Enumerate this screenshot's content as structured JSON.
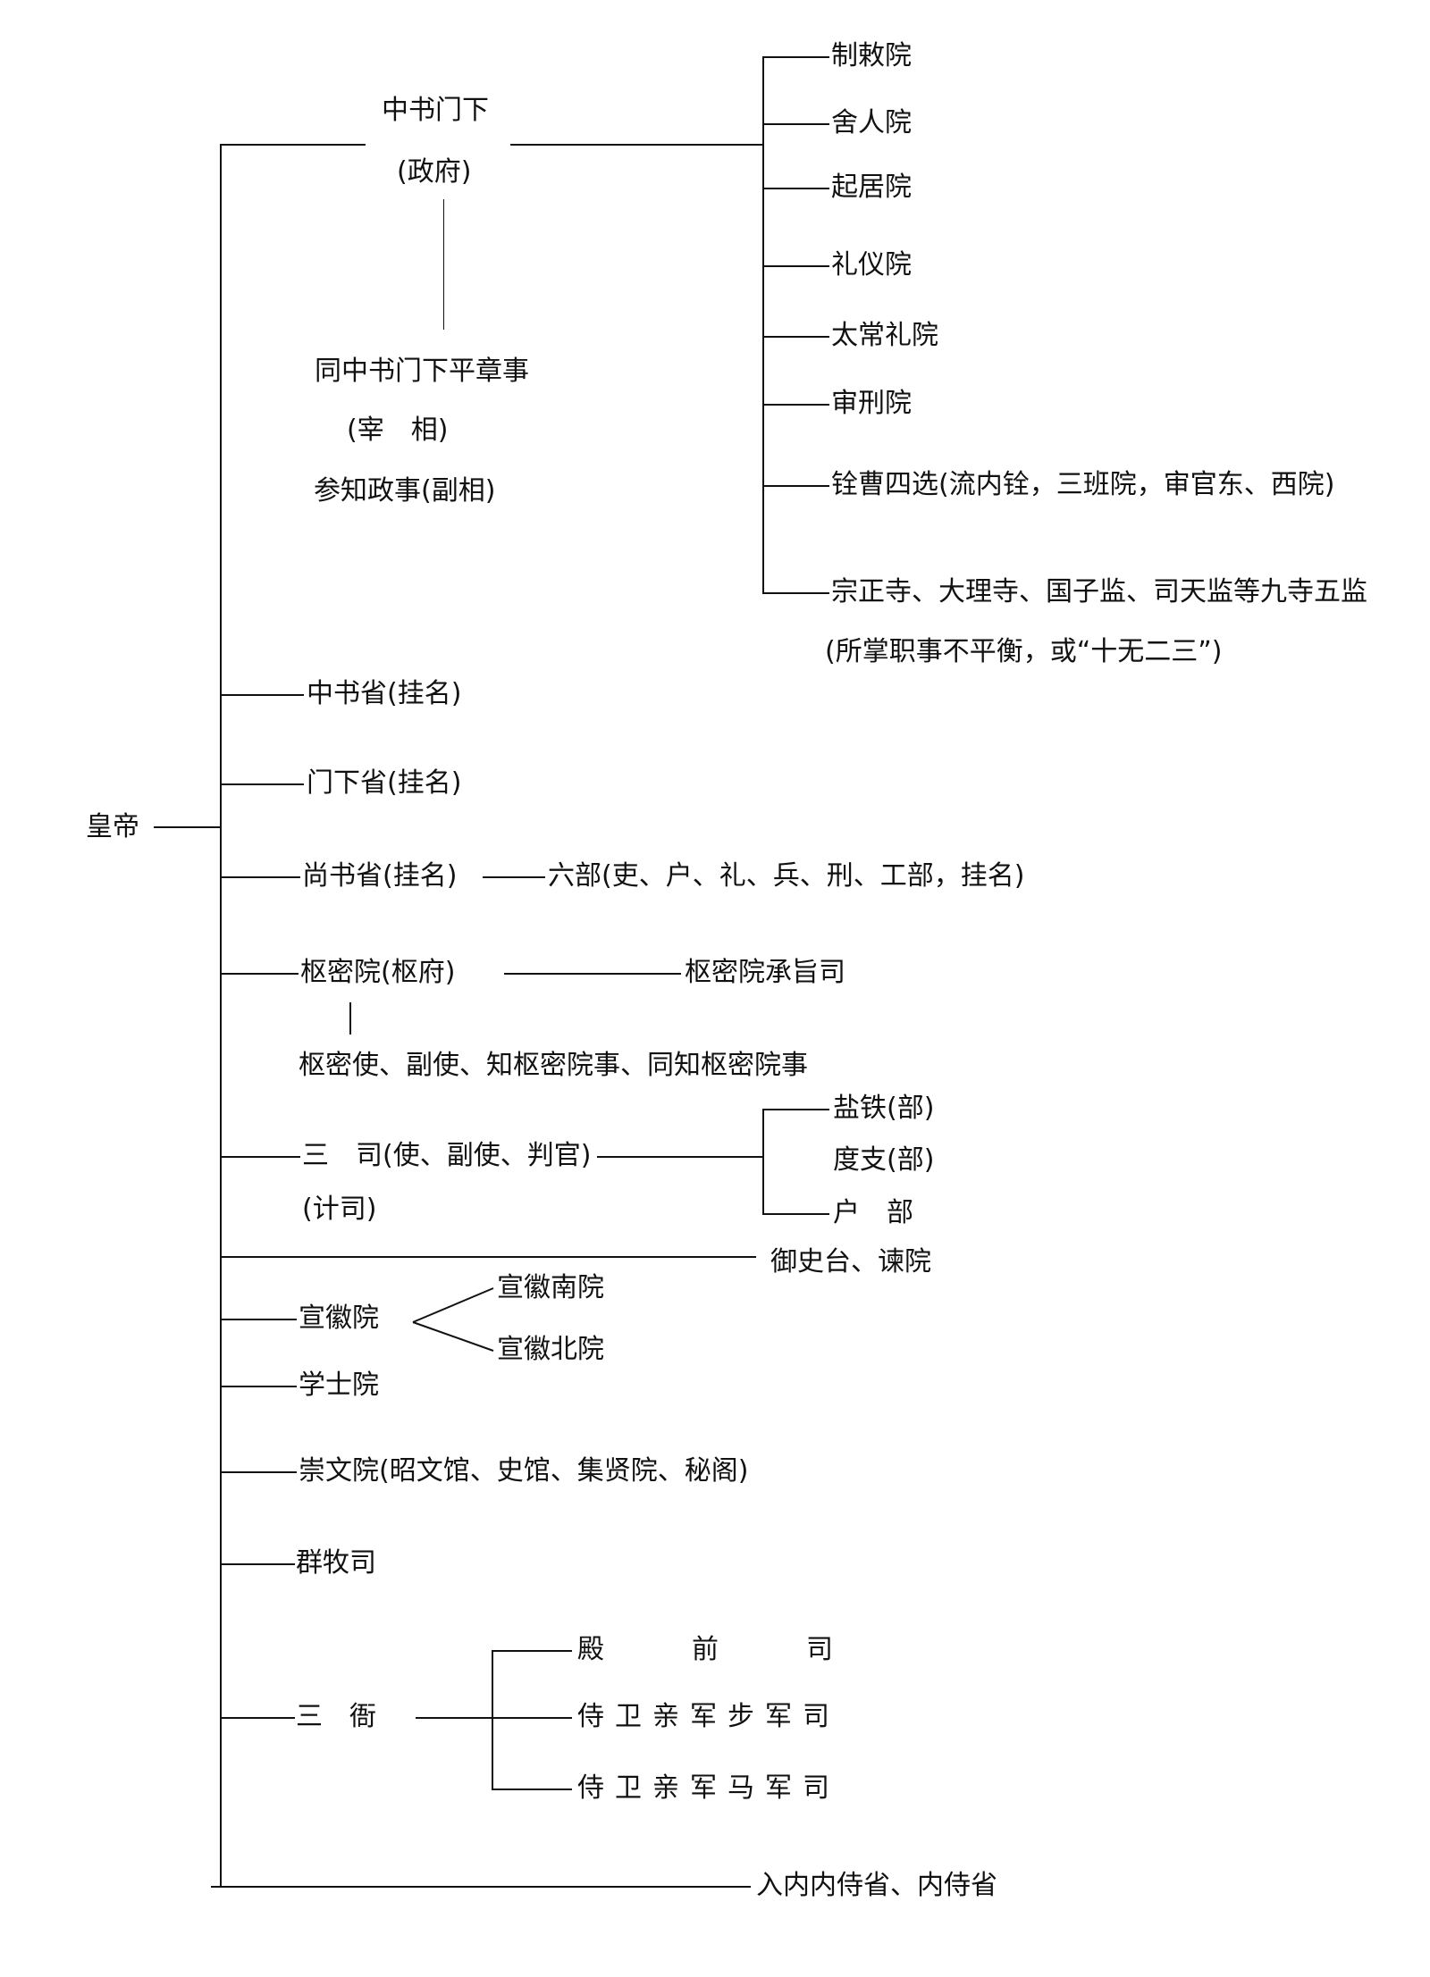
{
  "root": "皇帝",
  "zhongshu_menxia": {
    "title": "中书门下",
    "alias": "(政府)",
    "officials": [
      "同中书门下平章事",
      "(宰　相)",
      "参知政事(副相)"
    ],
    "subordinates": [
      "制敕院",
      "舍人院",
      "起居院",
      "礼仪院",
      "太常礼院",
      "审刑院",
      "铨曹四选(流内铨，三班院，审官东、西院)",
      "宗正寺、大理寺、国子监、司天监等九寺五监"
    ],
    "note": "(所掌职事不平衡，或“十无二三”)"
  },
  "zhongshu_sheng": "中书省(挂名)",
  "menxia_sheng": "门下省(挂名)",
  "shangshu_sheng": {
    "name": "尚书省(挂名)",
    "child": "六部(吏、户、礼、兵、刑、工部，挂名)"
  },
  "shumi_yuan": {
    "name": "枢密院(枢府)",
    "child": "枢密院承旨司",
    "officials": "枢密使、副使、知枢密院事、同知枢密院事"
  },
  "san_si": {
    "name": "三　司(使、副使、判官)",
    "alias": "(计司)",
    "children": [
      "盐铁(部)",
      "度支(部)",
      "户　部"
    ]
  },
  "yushitai": "御史台、谏院",
  "xuanhui_yuan": {
    "name": "宣徽院",
    "children": [
      "宣徽南院",
      "宣徽北院"
    ]
  },
  "xueshi_yuan": "学士院",
  "chongwen_yuan": "崇文院(昭文馆、史馆、集贤院、秘阁)",
  "qunmu_si": "群牧司",
  "san_ya": {
    "name": "三　衙",
    "children": [
      "殿前司",
      "侍卫亲军步军司",
      "侍卫亲军马军司"
    ]
  },
  "neishi": "入内内侍省、内侍省"
}
